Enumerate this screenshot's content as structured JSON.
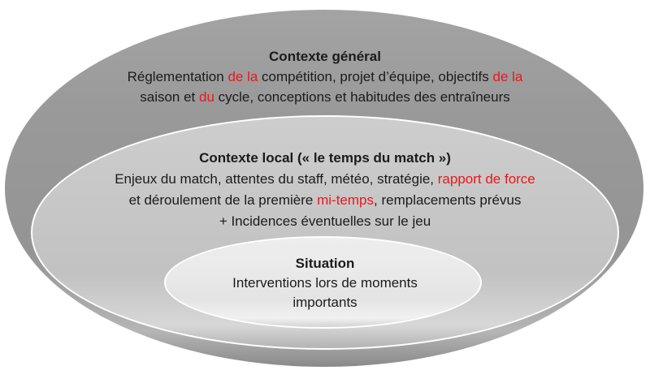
{
  "diagram": {
    "type": "nested-ellipses",
    "colors": {
      "background": "#ffffff",
      "outer_fill": "#999999",
      "middle_fill": "#c8c8c8",
      "inner_fill": "#ebebeb",
      "separator": "#ffffff",
      "text": "#1b1b1b",
      "highlight": "#e8191d"
    },
    "levels": [
      {
        "id": "contexte-general",
        "title": "Contexte général",
        "lines": [
          [
            {
              "text": "Réglementation "
            },
            {
              "text": "de la",
              "highlight": true
            },
            {
              "text": " compétition, projet d’équipe, objectifs "
            },
            {
              "text": "de la",
              "highlight": true
            }
          ],
          [
            {
              "text": "saison et "
            },
            {
              "text": "du",
              "highlight": true
            },
            {
              "text": " cycle, conceptions et habitudes des entraîneurs"
            }
          ]
        ]
      },
      {
        "id": "contexte-local",
        "title": "Contexte local (« le temps du match »)",
        "lines": [
          [
            {
              "text": "Enjeux du match, attentes du staff, météo, stratégie, "
            },
            {
              "text": "rapport de force",
              "highlight": true
            }
          ],
          [
            {
              "text": "et déroulement de la première "
            },
            {
              "text": "mi-temps",
              "highlight": true
            },
            {
              "text": ", remplacements prévus"
            }
          ],
          [
            {
              "text": "+ Incidences éventuelles sur le jeu"
            }
          ]
        ]
      },
      {
        "id": "situation",
        "title": "Situation",
        "lines": [
          [
            {
              "text": "Interventions lors de moments"
            }
          ],
          [
            {
              "text": "importants"
            }
          ]
        ]
      }
    ]
  }
}
